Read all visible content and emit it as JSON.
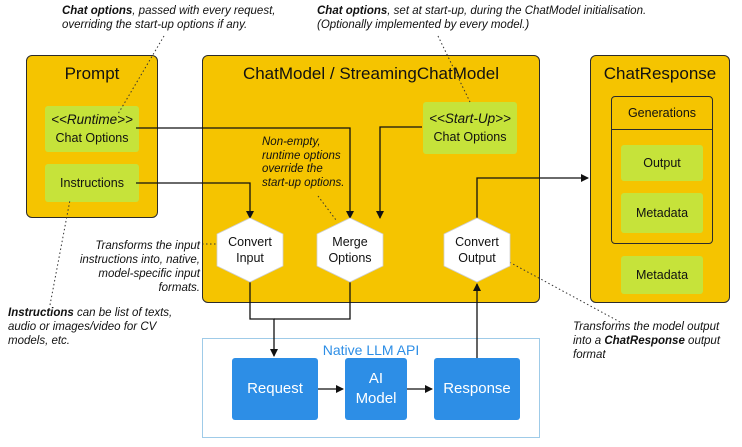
{
  "prompt": {
    "title": "Prompt",
    "runtime_stereotype": "<<Runtime>>",
    "chat_options": "Chat Options",
    "instructions": "Instructions"
  },
  "chatmodel": {
    "title": "ChatModel / StreamingChatModel",
    "startup_stereotype": "<<Start-Up>>",
    "chat_options": "Chat Options",
    "merge_note": [
      "Non-empty,",
      "runtime options",
      "override the",
      "start-up options."
    ],
    "convert_input": [
      "Convert",
      "Input"
    ],
    "merge_options": [
      "Merge",
      "Options"
    ],
    "convert_output": [
      "Convert",
      "Output"
    ]
  },
  "chatresponse": {
    "title": "ChatResponse",
    "generations": "Generations",
    "output": "Output",
    "metadata_inner": "Metadata",
    "metadata_outer": "Metadata"
  },
  "native_api": {
    "title": "Native LLM API",
    "request": "Request",
    "ai_model": [
      "AI",
      "Model"
    ],
    "response": "Response"
  },
  "annotations": {
    "runtime_note": {
      "bold": "Chat options",
      "rest": ", passed with every  request,",
      "line2": "overriding the start-up options if any."
    },
    "startup_note": {
      "bold": "Chat options",
      "rest": ", set at start-up, during  the ChatModel initialisation.",
      "line2": "(Optionally implemented by every model.)"
    },
    "input_note": [
      "Transforms the input",
      "instructions into, native,",
      "model-specific input formats."
    ],
    "instructions_note": {
      "bold": "Instructions",
      "rest": " can be list of texts,",
      "line2": "audio or images/video for CV",
      "line3": "models, etc."
    },
    "output_note": {
      "line1": "Transforms the model output",
      "pre": "into  a ",
      "bold": "ChatResponse",
      "post": " output",
      "line3": "format"
    }
  },
  "colors": {
    "panel": "#f5c400",
    "green": "#c6e33a",
    "blue": "#2d8ee6",
    "native_border": "#9fcbe8",
    "native_title": "#2d8ee6"
  }
}
